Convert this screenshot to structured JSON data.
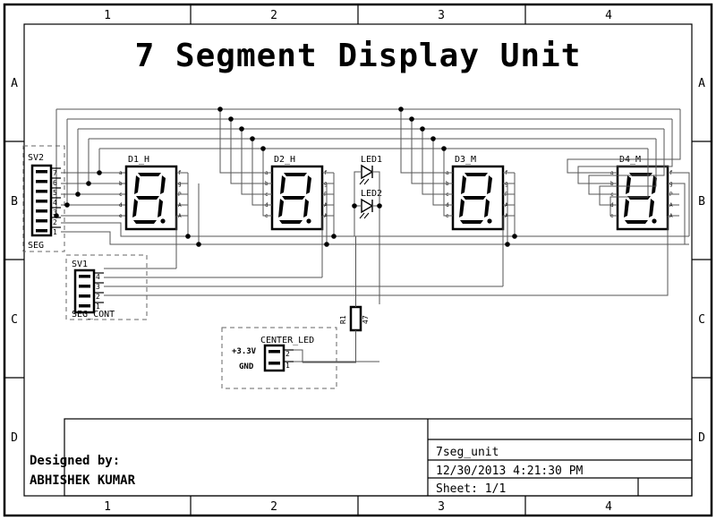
{
  "sheet": {
    "title": "7 Segment Display Unit",
    "columns": [
      "1",
      "2",
      "3",
      "4"
    ],
    "rows": [
      "A",
      "B",
      "C",
      "D"
    ],
    "designed_by_label": "Designed by:",
    "designer": "ABHISHEK KUMAR"
  },
  "title_block": {
    "blank_row": "",
    "document": "7seg_unit",
    "timestamp": "12/30/2013 4:21:30 PM",
    "sheet_no": "Sheet: 1/1",
    "rev": ""
  },
  "connectors": [
    {
      "refdes": "SV2",
      "name": "SEG",
      "pins": [
        "7",
        "6",
        "5",
        "4",
        "3",
        "2",
        "1"
      ]
    },
    {
      "refdes": "SV1",
      "name": "SEG_CONT",
      "pins": [
        "4",
        "3",
        "2",
        "1"
      ]
    },
    {
      "refdes": "CENTER_LED",
      "name": "CENTER_LED",
      "pins": [
        "2",
        "1"
      ],
      "net_labels": [
        "+3.3V",
        "GND"
      ]
    }
  ],
  "displays": [
    {
      "refdes": "D1_H",
      "left_pins": [
        "a",
        "b",
        "c",
        "d",
        "e"
      ],
      "right_pins": [
        "f",
        "g",
        "P",
        "A",
        "A"
      ]
    },
    {
      "refdes": "D2_H",
      "left_pins": [
        "a",
        "b",
        "c",
        "d",
        "e"
      ],
      "right_pins": [
        "f",
        "g",
        "P",
        "A",
        "A"
      ]
    },
    {
      "refdes": "D3_M",
      "left_pins": [
        "a",
        "b",
        "c",
        "d",
        "e"
      ],
      "right_pins": [
        "f",
        "g",
        "P",
        "A",
        "A"
      ]
    },
    {
      "refdes": "D4_M",
      "left_pins": [
        "a",
        "b",
        "c",
        "d",
        "e"
      ],
      "right_pins": [
        "f",
        "g",
        "P",
        "A",
        "A"
      ]
    }
  ],
  "leds": [
    {
      "refdes": "LED1"
    },
    {
      "refdes": "LED2"
    }
  ],
  "resistors": [
    {
      "refdes": "R1",
      "value": "47"
    }
  ],
  "colors": {
    "wire": "#555555",
    "outline": "#000000",
    "dashed_box": "#666666",
    "background": "#ffffff"
  }
}
